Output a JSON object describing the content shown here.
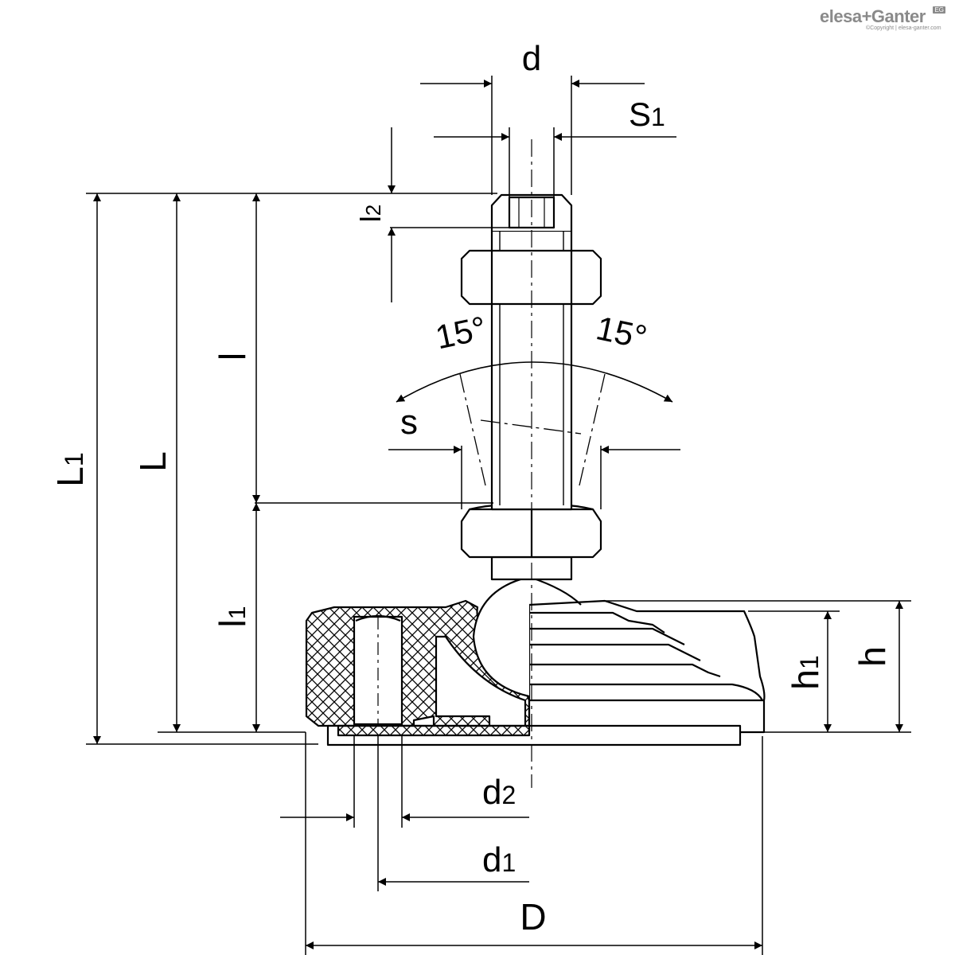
{
  "logo": {
    "brand_left": "elesa",
    "brand_sep": "+",
    "brand_right": "Ganter",
    "badge": "EG",
    "copyright": "©Copyright | elesa-ganter.com"
  },
  "labels": {
    "d": "d",
    "s1_main": "S",
    "s1_sub": "1",
    "l2_main": "l",
    "l2_sub": "2",
    "l": "l",
    "L": "L",
    "L1_main": "L",
    "L1_sub": "1",
    "l1_main": "l",
    "l1_sub": "1",
    "angle_left": "15°",
    "angle_right": "15°",
    "s": "s",
    "h1_main": "h",
    "h1_sub": "1",
    "h": "h",
    "d2_main": "d",
    "d2_sub": "2",
    "d1_main": "d",
    "d1_sub": "1",
    "D": "D"
  },
  "colors": {
    "line": "#000000",
    "logo": "#8a8a8a",
    "background": "#ffffff"
  }
}
